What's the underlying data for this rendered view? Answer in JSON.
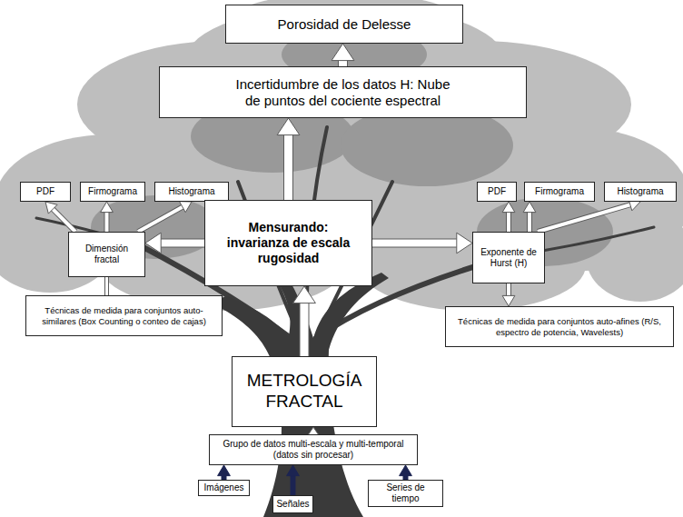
{
  "diagram": {
    "nodes": [
      {
        "text": [
          "Porosidad de Delesse"
        ]
      },
      {
        "text": [
          "Incertidumbre de los datos H: Nube de puntos del cociente espectral"
        ]
      },
      {
        "text": [
          "PDF"
        ]
      },
      {
        "text": [
          "Firmograma"
        ]
      },
      {
        "text": [
          "Histograma"
        ]
      },
      {
        "text": [
          "PDF"
        ]
      },
      {
        "text": [
          "Firmograma"
        ]
      },
      {
        "text": [
          "Histograma"
        ]
      },
      {
        "text": [
          "Dimensión fractal"
        ]
      },
      {
        "text": [
          "Mensurando: invarianza de escala rugosidad"
        ]
      },
      {
        "text": [
          "Exponente de Hurst (H)"
        ]
      },
      {
        "text": [
          "Técnicas de medida para conjuntos auto-similares (Box Counting o conteo de cajas)"
        ]
      },
      {
        "text": [
          "Técnicas de medida para conjuntos auto-afines (R/S, espectro de potencia, Wavelests)"
        ]
      },
      {
        "text": [
          "METROLOGÍA FRACTAL"
        ]
      },
      {
        "text": [
          "Grupo de datos multi-escala y multi-temporal (datos sin procesar)"
        ]
      },
      {
        "text": [
          "Imágenes"
        ]
      },
      {
        "text": [
          "Señales"
        ]
      },
      {
        "text": [
          "Series de tiempo"
        ]
      }
    ],
    "edges": [
      {
        "from": 1,
        "to": 0,
        "arrow": "to"
      },
      {
        "from": 9,
        "to": 1,
        "arrow": "to"
      },
      {
        "from": 9,
        "to": 8,
        "arrow": "to"
      },
      {
        "from": 9,
        "to": 10,
        "arrow": "to"
      },
      {
        "from": 8,
        "to": 2,
        "arrow": "to"
      },
      {
        "from": 8,
        "to": 3,
        "arrow": "to"
      },
      {
        "from": 8,
        "to": 4,
        "arrow": "to"
      },
      {
        "from": 10,
        "to": 5,
        "arrow": "to"
      },
      {
        "from": 10,
        "to": 6,
        "arrow": "to"
      },
      {
        "from": 10,
        "to": 7,
        "arrow": "to"
      },
      {
        "from": 8,
        "to": 11,
        "arrow": "none"
      },
      {
        "from": 10,
        "to": 12,
        "arrow": "to"
      },
      {
        "from": 13,
        "to": 9,
        "arrow": "to"
      },
      {
        "from": 14,
        "to": 13,
        "arrow": "to"
      },
      {
        "from": 15,
        "to": 14,
        "arrow": "to"
      },
      {
        "from": 16,
        "to": 14,
        "arrow": "to"
      },
      {
        "from": 17,
        "to": 14,
        "arrow": "to"
      }
    ]
  }
}
